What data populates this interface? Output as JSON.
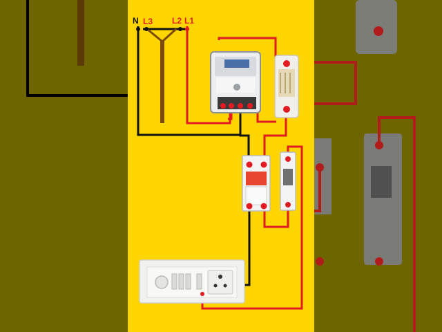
{
  "terminal_labels": {
    "neutral": "N",
    "phase3": "L3",
    "phase2": "L2",
    "phase1": "L1"
  },
  "colors": {
    "panel_bg": "#ffd500",
    "side_bg": "#6f6500",
    "phase_wire": "#e21b23",
    "neutral_wire": "#111111",
    "label_dark": "#111111",
    "label_red": "#e21b23"
  }
}
